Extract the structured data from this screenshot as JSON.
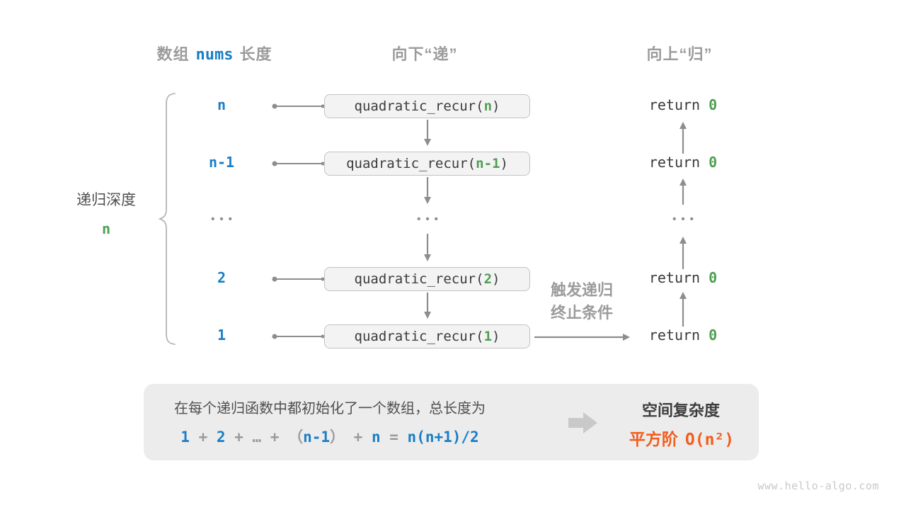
{
  "colors": {
    "blue": "#1a7ec6",
    "green": "#4e9e52",
    "orange": "#f35c1c",
    "gray": "#9b9b9b"
  },
  "headers": {
    "array_prefix": "数组",
    "array_code": "nums",
    "array_suffix": "长度",
    "down": "向下“递”",
    "up": "向上“归”"
  },
  "depth": {
    "label": "递归深度",
    "value": "n"
  },
  "ellipsis": "•••",
  "rows": [
    {
      "size": "n",
      "call_open": "quadratic_recur(",
      "call_arg": "n",
      "call_close": ")",
      "ret_keyword": "return ",
      "ret_value": "0"
    },
    {
      "size": "n-1",
      "call_open": "quadratic_recur(",
      "call_arg": "n-1",
      "call_close": ")",
      "ret_keyword": "return ",
      "ret_value": "0"
    },
    {
      "size": "2",
      "call_open": "quadratic_recur(",
      "call_arg": "2",
      "call_close": ")",
      "ret_keyword": "return ",
      "ret_value": "0"
    },
    {
      "size": "1",
      "call_open": "quadratic_recur(",
      "call_arg": "1",
      "call_close": ")",
      "ret_keyword": "return ",
      "ret_value": "0"
    }
  ],
  "trigger": {
    "line1": "触发递归",
    "line2": "终止条件"
  },
  "summary": {
    "line1": "在每个递归函数中都初始化了一个数组，总长度为",
    "formula": [
      {
        "t": "1",
        "c": "blue"
      },
      {
        "t": " + ",
        "c": "gray"
      },
      {
        "t": "2",
        "c": "blue"
      },
      {
        "t": " + ",
        "c": "gray"
      },
      {
        "t": "…",
        "c": "gray"
      },
      {
        "t": " + ",
        "c": "gray"
      },
      {
        "t": "（",
        "c": "gray"
      },
      {
        "t": "n-1",
        "c": "blue"
      },
      {
        "t": "）",
        "c": "gray"
      },
      {
        "t": " + ",
        "c": "gray"
      },
      {
        "t": "n",
        "c": "blue"
      },
      {
        "t": " = ",
        "c": "gray"
      },
      {
        "t": "n(n+1)/2",
        "c": "blue"
      }
    ],
    "complexity_title": "空间复杂度",
    "complexity_class": "平方阶",
    "complexity_notation": "O(n²)"
  },
  "watermark": "www.hello-algo.com"
}
